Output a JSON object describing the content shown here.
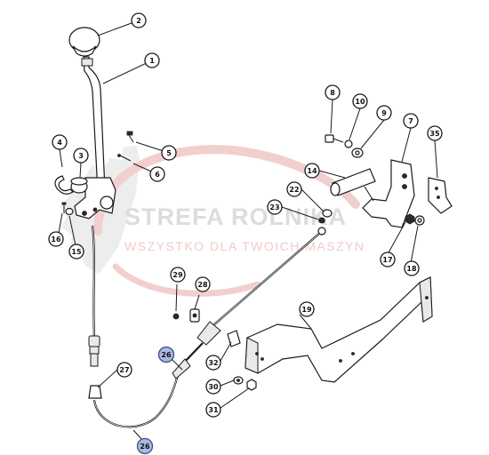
{
  "watermark": {
    "title": "STREFA ROLNIKA",
    "subtitle": "WSZYSTKO DLA TWOICH MASZYN"
  },
  "callouts": [
    {
      "id": "c1",
      "label": "1",
      "highlight": false
    },
    {
      "id": "c2",
      "label": "2",
      "highlight": false
    },
    {
      "id": "c3",
      "label": "3",
      "highlight": false
    },
    {
      "id": "c4",
      "label": "4",
      "highlight": false
    },
    {
      "id": "c5",
      "label": "5",
      "highlight": false
    },
    {
      "id": "c6",
      "label": "6",
      "highlight": false
    },
    {
      "id": "c7",
      "label": "7",
      "highlight": false
    },
    {
      "id": "c8",
      "label": "8",
      "highlight": false
    },
    {
      "id": "c9",
      "label": "9",
      "highlight": false
    },
    {
      "id": "c10",
      "label": "10",
      "highlight": false
    },
    {
      "id": "c14",
      "label": "14",
      "highlight": false
    },
    {
      "id": "c15",
      "label": "15",
      "highlight": false
    },
    {
      "id": "c16",
      "label": "16",
      "highlight": false
    },
    {
      "id": "c17",
      "label": "17",
      "highlight": false
    },
    {
      "id": "c18",
      "label": "18",
      "highlight": false
    },
    {
      "id": "c19",
      "label": "19",
      "highlight": false
    },
    {
      "id": "c22",
      "label": "22",
      "highlight": false
    },
    {
      "id": "c23",
      "label": "23",
      "highlight": false
    },
    {
      "id": "c26a",
      "label": "26",
      "highlight": true
    },
    {
      "id": "c26b",
      "label": "26",
      "highlight": true
    },
    {
      "id": "c27",
      "label": "27",
      "highlight": false
    },
    {
      "id": "c28",
      "label": "28",
      "highlight": false
    },
    {
      "id": "c29",
      "label": "29",
      "highlight": false
    },
    {
      "id": "c30",
      "label": "30",
      "highlight": false
    },
    {
      "id": "c31",
      "label": "31",
      "highlight": false
    },
    {
      "id": "c32",
      "label": "32",
      "highlight": false
    },
    {
      "id": "c35",
      "label": "35",
      "highlight": false
    }
  ],
  "colors": {
    "watermark_gray": "#d9d9d9",
    "watermark_red": "#e3a6a6",
    "highlight": "#a9b9e0"
  }
}
